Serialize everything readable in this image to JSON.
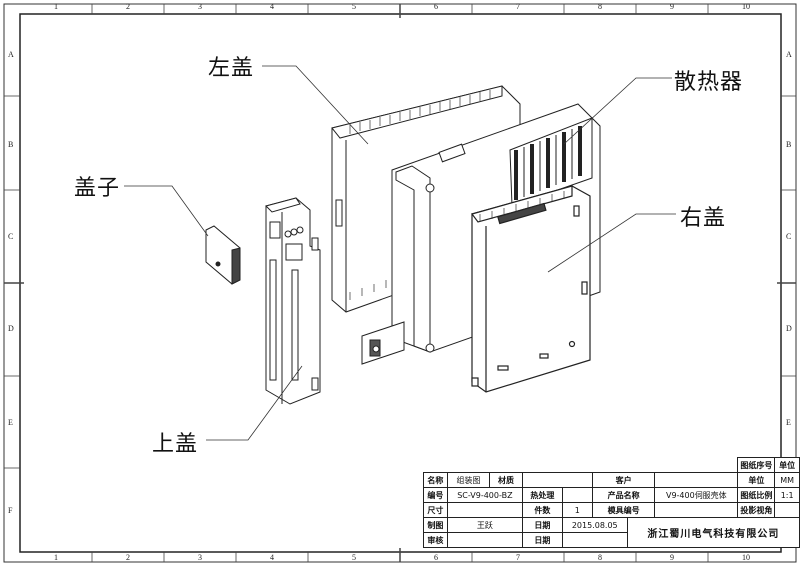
{
  "zones": {
    "columns": [
      "1",
      "2",
      "3",
      "4",
      "5",
      "6",
      "7",
      "8",
      "9",
      "10"
    ],
    "rows": [
      "A",
      "B",
      "C",
      "D",
      "E",
      "F"
    ]
  },
  "callouts": {
    "left_cover": "左盖",
    "heatsink": "散热器",
    "cap": "盖子",
    "right_cover": "右盖",
    "top_cover": "上盖"
  },
  "title_block": {
    "sheet_no_label": "图纸序号",
    "unit_label": "单位",
    "unit_value": "MM",
    "name_label": "名称",
    "name_value": "组装图",
    "material_label": "材质",
    "customer_label": "客户",
    "scale_label": "图纸比例",
    "scale_value": "1:1",
    "number_label": "编号",
    "number_value": "SC-V9-400-BZ",
    "heat_label": "热处理",
    "product_label": "产品名称",
    "product_value": "V9-400伺服壳体",
    "projection_label": "投影视角",
    "size_label": "尺寸",
    "qty_label": "件数",
    "qty_value": "1",
    "mold_label": "模具编号",
    "drawn_label": "制图",
    "drawn_value": "王跃",
    "date_label": "日期",
    "date_value": "2015.08.05",
    "check_label": "审核",
    "company": "浙江蜀川电气科技有限公司"
  }
}
